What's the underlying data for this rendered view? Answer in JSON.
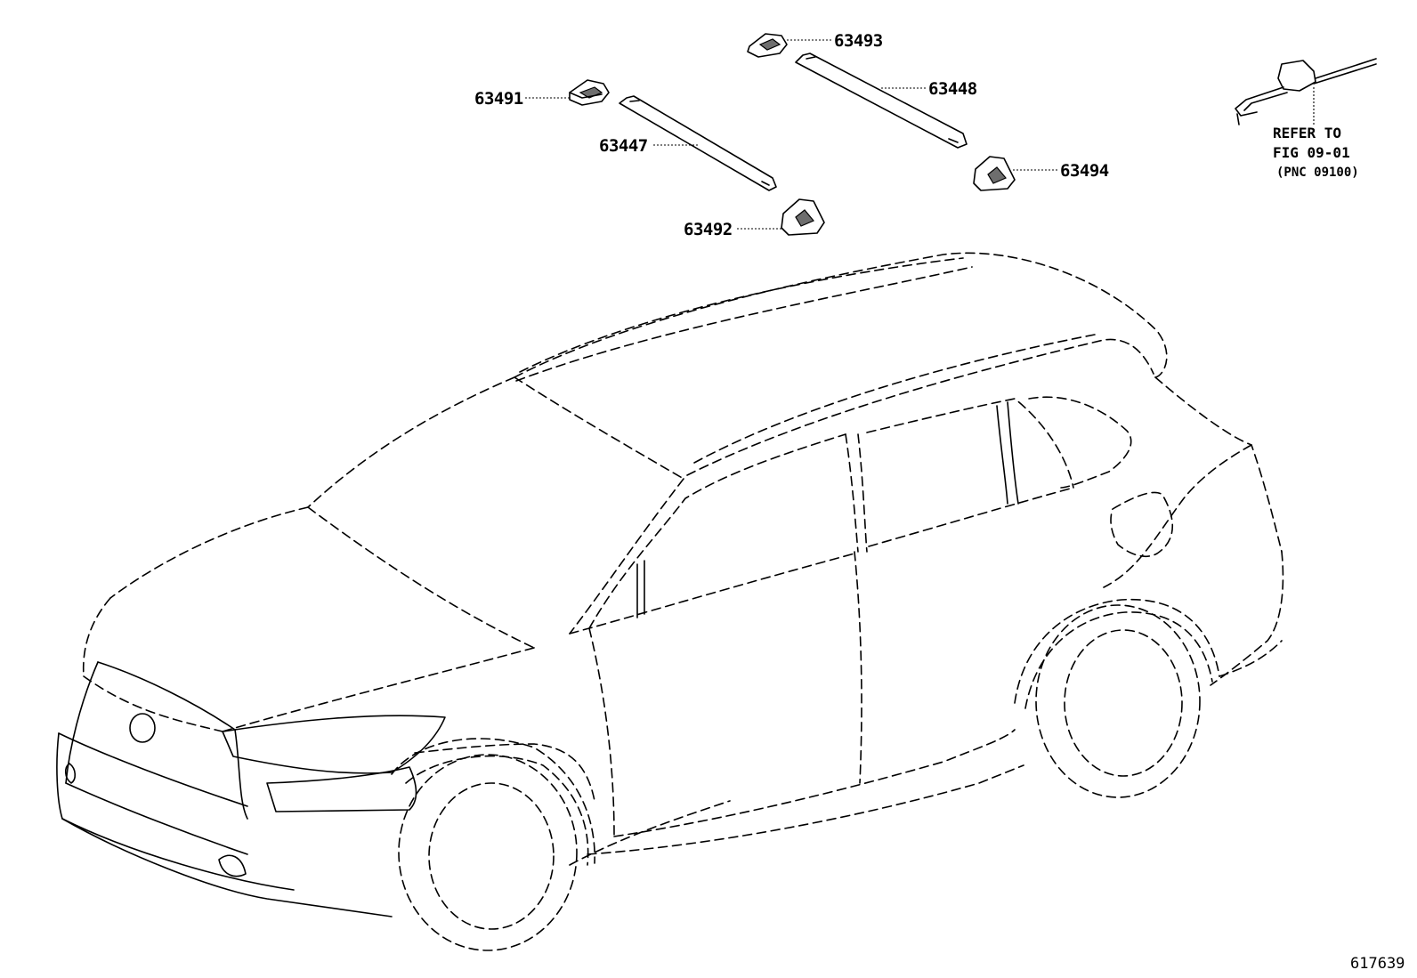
{
  "figure_id": "617639",
  "parts": [
    {
      "number": "63491",
      "name": "part-63491"
    },
    {
      "number": "63447",
      "name": "part-63447"
    },
    {
      "number": "63492",
      "name": "part-63492"
    },
    {
      "number": "63493",
      "name": "part-63493"
    },
    {
      "number": "63448",
      "name": "part-63448"
    },
    {
      "number": "63494",
      "name": "part-63494"
    }
  ],
  "reference": {
    "line1": "REFER TO",
    "line2": "FIG 09-01",
    "line3": "(PNC 09100)"
  }
}
